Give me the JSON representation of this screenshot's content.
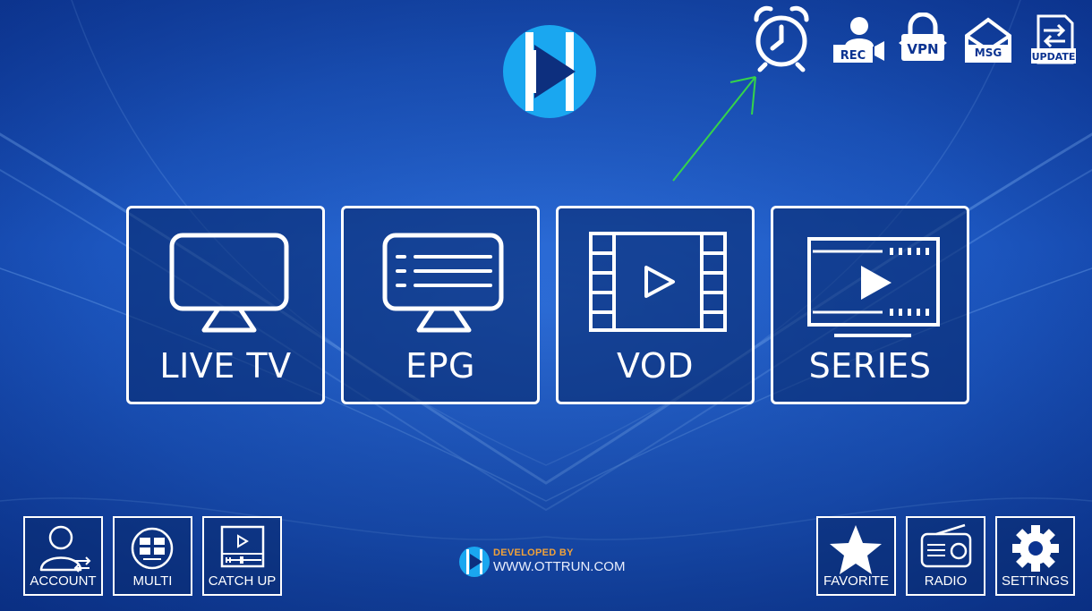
{
  "colors": {
    "background_light": "#2b6bd6",
    "background_dark": "#0a2a72",
    "logo_blue": "#1aa7f0",
    "annotation_arrow": "#35d44a",
    "credit_orange": "#f0a23a"
  },
  "app": {
    "logo_icon": "play-logo-icon"
  },
  "top_icons": [
    {
      "name": "alarm-clock-icon",
      "label": ""
    },
    {
      "name": "rec-icon",
      "label": "REC"
    },
    {
      "name": "vpn-icon",
      "label": "VPN"
    },
    {
      "name": "msg-icon",
      "label": "MSG"
    },
    {
      "name": "update-icon",
      "label": "UPDATE"
    }
  ],
  "tiles": [
    {
      "label": "LIVE TV",
      "icon": "tv-icon"
    },
    {
      "label": "EPG",
      "icon": "epg-icon"
    },
    {
      "label": "VOD",
      "icon": "film-icon"
    },
    {
      "label": "SERIES",
      "icon": "series-icon"
    }
  ],
  "bottom_left": [
    {
      "label": "ACCOUNT",
      "icon": "account-icon"
    },
    {
      "label": "MULTI",
      "icon": "multi-screen-icon"
    },
    {
      "label": "CATCH UP",
      "icon": "catch-up-icon"
    }
  ],
  "bottom_right": [
    {
      "label": "FAVORITE",
      "icon": "star-icon"
    },
    {
      "label": "RADIO",
      "icon": "radio-icon"
    },
    {
      "label": "SETTINGS",
      "icon": "gear-icon"
    }
  ],
  "credit": {
    "developed_by": "DEVELOPED BY",
    "url": "WWW.OTTRUN.COM"
  }
}
